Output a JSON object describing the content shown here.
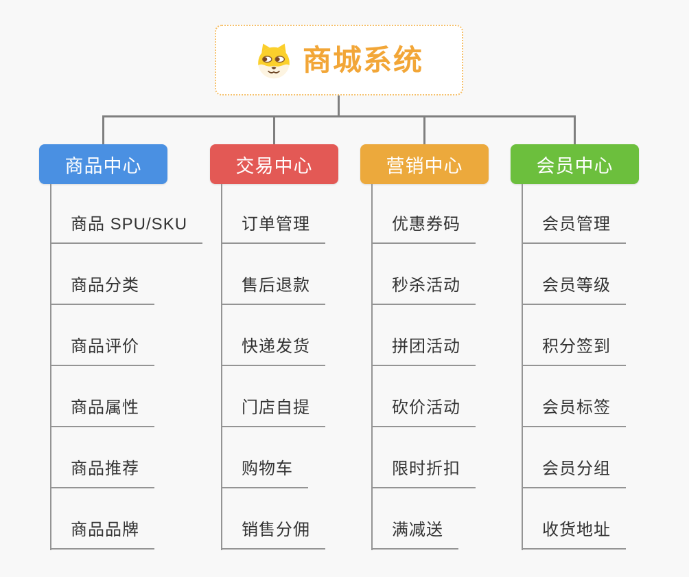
{
  "root": {
    "label": "商城系统",
    "icon": "dog-face-icon"
  },
  "branches": [
    {
      "label": "商品中心",
      "color": "#4a90e2",
      "items": [
        "商品 SPU/SKU",
        "商品分类",
        "商品评价",
        "商品属性",
        "商品推荐",
        "商品品牌"
      ]
    },
    {
      "label": "交易中心",
      "color": "#e35955",
      "items": [
        "订单管理",
        "售后退款",
        "快递发货",
        "门店自提",
        "购物车",
        "销售分佣"
      ]
    },
    {
      "label": "营销中心",
      "color": "#eca93c",
      "items": [
        "优惠券码",
        "秒杀活动",
        "拼团活动",
        "砍价活动",
        "限时折扣",
        "满减送"
      ]
    },
    {
      "label": "会员中心",
      "color": "#6cbf3d",
      "items": [
        "会员管理",
        "会员等级",
        "积分签到",
        "会员标签",
        "会员分组",
        "收货地址"
      ]
    }
  ],
  "colors": {
    "background": "#f8f8f8",
    "connector": "#7f7f7f",
    "branch_line": "#949494",
    "root_text": "#f2a637",
    "root_border": "#f6c06a",
    "item_text": "#333333"
  }
}
